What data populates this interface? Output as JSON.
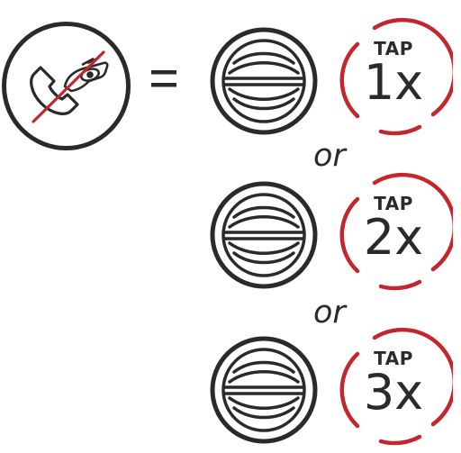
{
  "feature": {
    "icon": "reject-call-icon",
    "equals": "="
  },
  "button_icon": "jog-dial-icon",
  "options": [
    {
      "tap_label": "TAP",
      "count_label": "1x",
      "taps": 1
    },
    {
      "tap_label": "TAP",
      "count_label": "2x",
      "taps": 2
    },
    {
      "tap_label": "TAP",
      "count_label": "3x",
      "taps": 3
    }
  ],
  "separators": [
    "or",
    "or"
  ],
  "colors": {
    "accent_red": "#c0282e",
    "ink": "#2a2a2a"
  }
}
